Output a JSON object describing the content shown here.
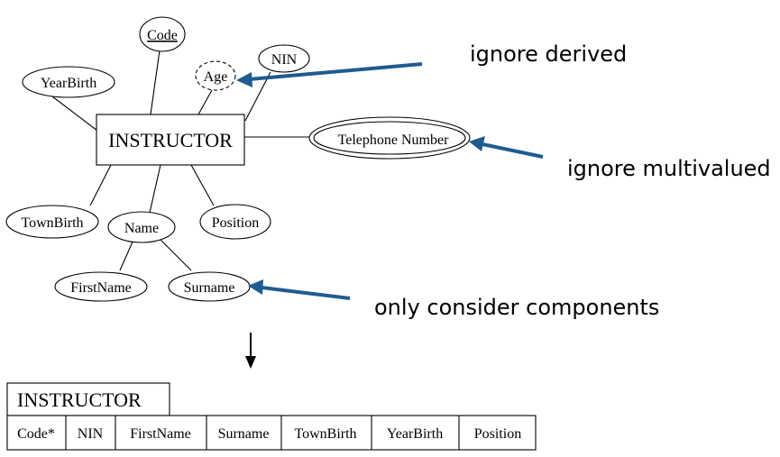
{
  "entity": {
    "name": "INSTRUCTOR"
  },
  "attributes": {
    "code": "Code",
    "age": "Age",
    "nin": "NIN",
    "year_birth": "YearBirth",
    "telephone": "Telephone Number",
    "town_birth": "TownBirth",
    "name": "Name",
    "position": "Position",
    "first_name": "FirstName",
    "surname": "Surname"
  },
  "annotations": {
    "derived": "ignore derived",
    "multivalued": "ignore multivalued",
    "components": "only consider components"
  },
  "table": {
    "title": "INSTRUCTOR",
    "columns": [
      "Code*",
      "NIN",
      "FirstName",
      "Surname",
      "TownBirth",
      "YearBirth",
      "Position"
    ]
  },
  "colors": {
    "annotation_arrow": "#1f5b8f",
    "lines": "#000000"
  }
}
